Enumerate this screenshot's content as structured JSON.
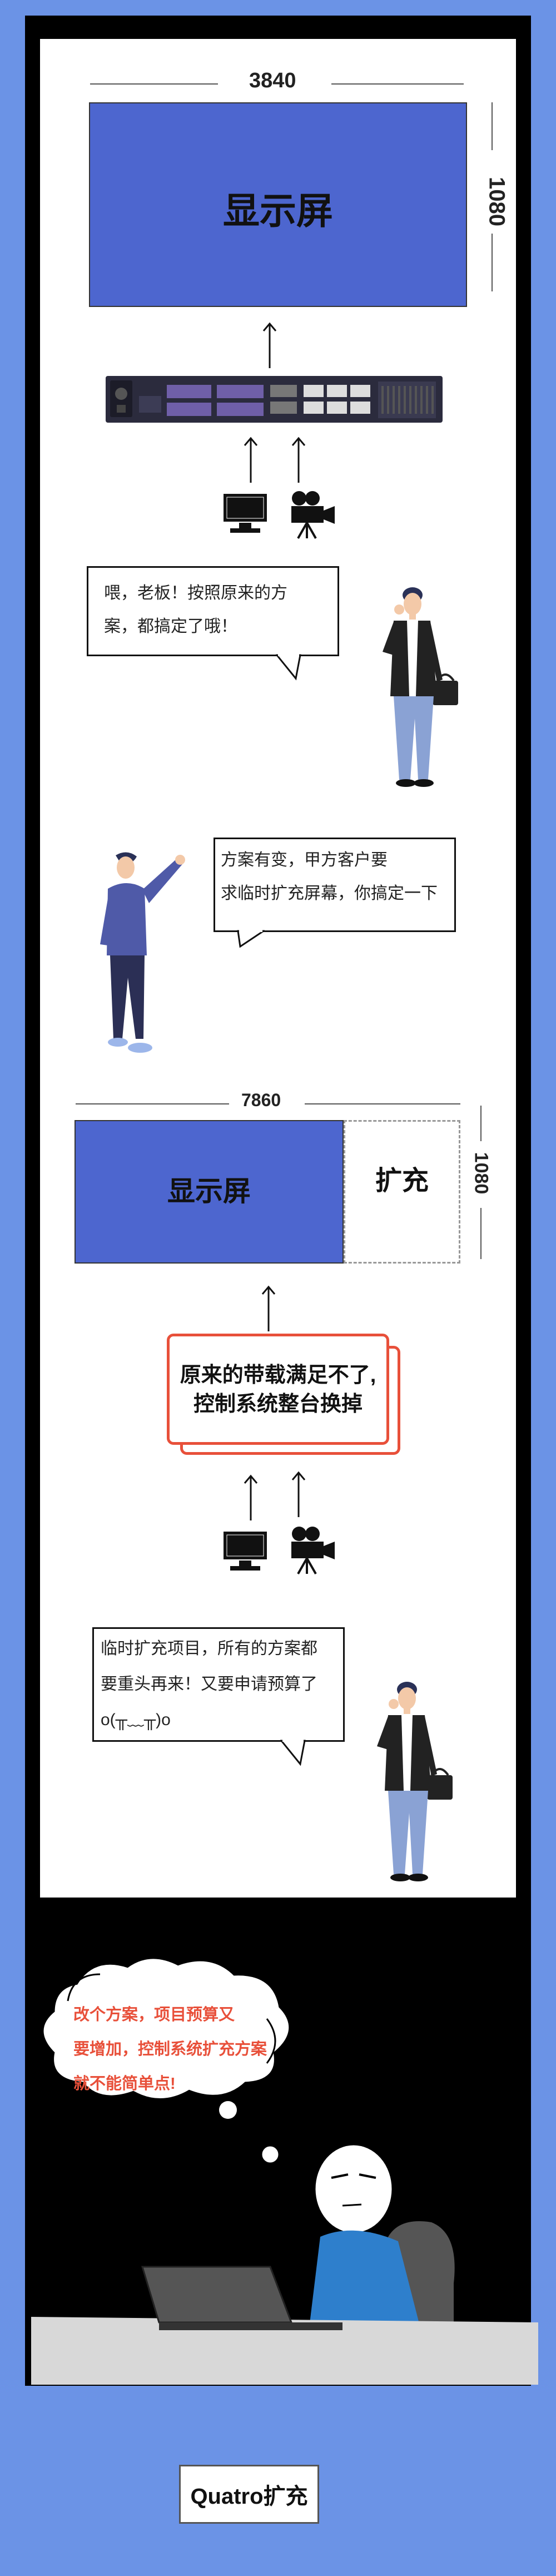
{
  "section1": {
    "width_label": "3840",
    "height_label": "1080",
    "screen_label": "显示屏"
  },
  "bubble1": {
    "line1": "喂，老板！按照原来的方",
    "line2": "案，都搞定了哦！"
  },
  "bubble2": {
    "line1": "方案有变，甲方客户要",
    "line2": "求临时扩充屏幕，你搞定一下"
  },
  "section2": {
    "width_label": "7860",
    "height_label": "1080",
    "screen_label": "显示屏",
    "extension_label": "扩充"
  },
  "warning": {
    "line1": "原来的带载满足不了,",
    "line2": "控制系统整台换掉"
  },
  "bubble3": {
    "line1": "临时扩充项目，所有的方案都",
    "line2": "要重头再来！又要申请预算了",
    "line3": "o(╥﹏╥)o"
  },
  "thought": {
    "line1": "改个方案，项目预算又",
    "line2": "要增加，控制系统扩充方案",
    "line3": "就不能简单点!"
  },
  "footer": {
    "badge_label": "Quatro扩充"
  },
  "colors": {
    "page_bg": "#6b93e6",
    "screen_blue": "#4d66cf",
    "warning_red": "#e8503a",
    "thought_text": "#e8503a"
  }
}
